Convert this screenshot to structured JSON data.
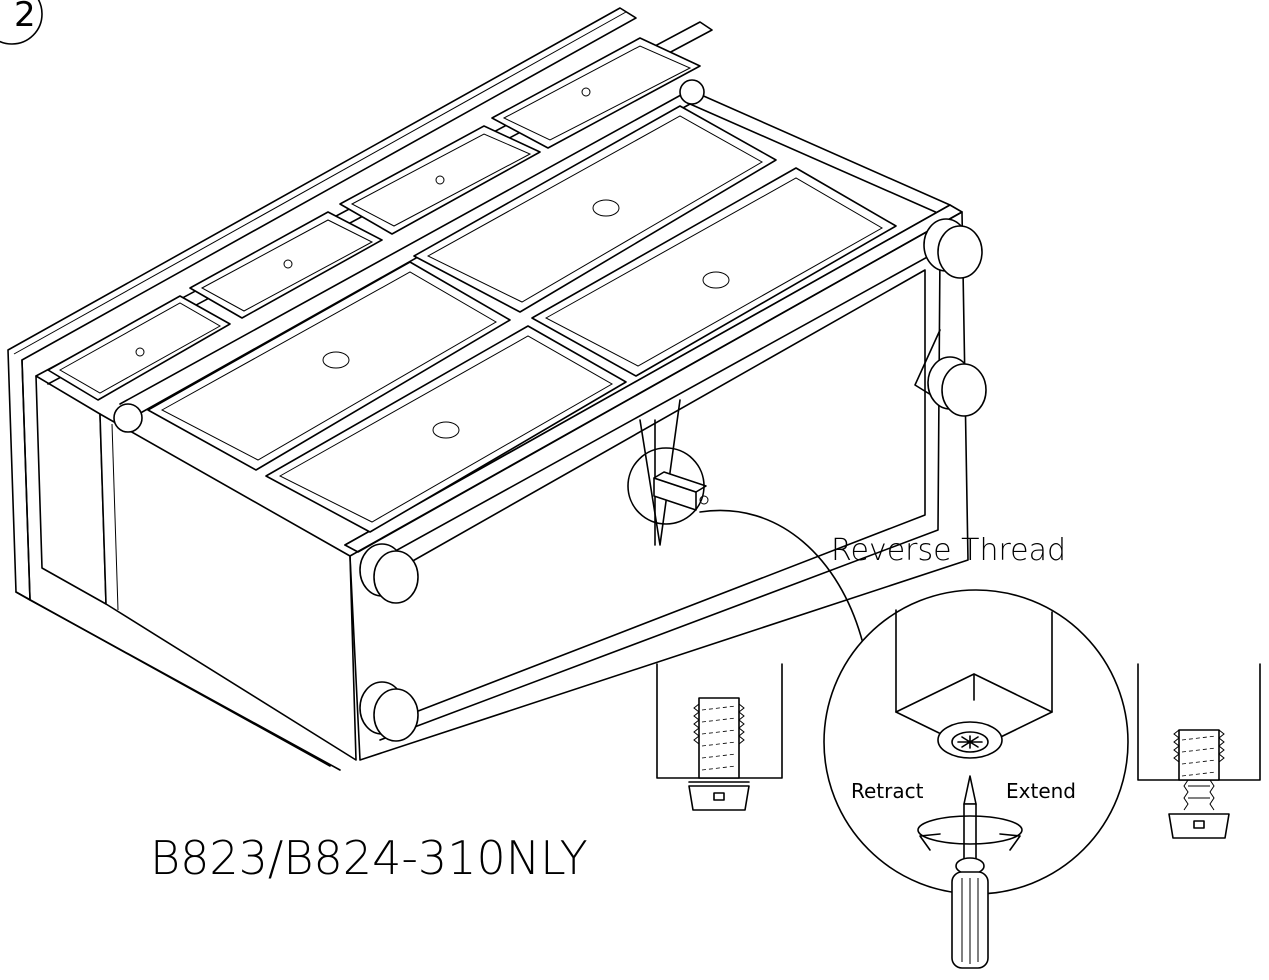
{
  "step_number": "2",
  "labels": {
    "reverse_thread": "Reverse Thread",
    "retract": "Retract",
    "extend": "Extend",
    "model_number": "B823/B824-310NLY"
  },
  "colors": {
    "line": "#000000",
    "background": "#ffffff"
  }
}
